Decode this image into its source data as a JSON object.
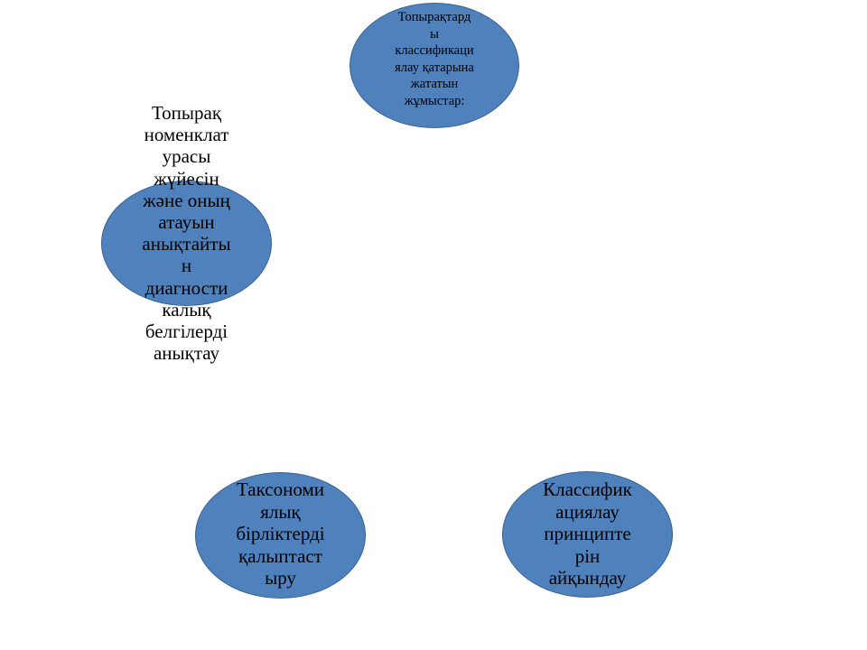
{
  "diagram": {
    "colors": {
      "node_fill": "#4f81bd",
      "node_border": "#3a6494",
      "text": "#000000",
      "background": "#ffffff"
    },
    "nodes": {
      "top": {
        "text": "Топырақтард\nы\nклассификаци\nялау қатарына\nжататын\nжұмыстар:"
      },
      "left": {
        "text": "Топырақ\nноменклат\nурасы\nжүйесін\nжәне оның\nатауын\nанықтайты\nн\nдиагности\nкалық\nбелгілерді\nанықтау"
      },
      "bottom_left": {
        "text": "Таксономи\nялық\nбірліктерді\nқалыптаст\nыру"
      },
      "bottom_right": {
        "text": "Классифик\nациялау\nпринципте\nрін\nайқындау"
      }
    }
  }
}
